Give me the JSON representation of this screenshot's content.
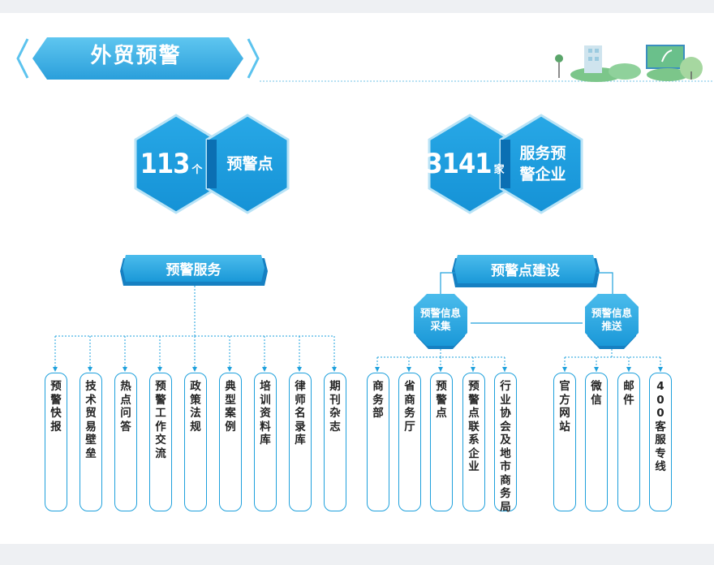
{
  "header": {
    "title": "外贸预警"
  },
  "stats": [
    {
      "value": "113",
      "unit": "个",
      "label": "预警点"
    },
    {
      "value": "3141",
      "unit": "家",
      "label": "服务预警企业"
    }
  ],
  "service": {
    "title": "预警服务",
    "items": [
      "预警快报",
      "技术贸易壁垒",
      "热点问答",
      "预警工作交流",
      "政策法规",
      "典型案例",
      "培训资料库",
      "律师名录库",
      "期刊杂志"
    ]
  },
  "construction": {
    "title": "预警点建设",
    "collect": {
      "title": "预警信息采集",
      "items": [
        "商务部",
        "省商务厅",
        "预警点",
        "预警点联系企业",
        "行业协会及地市商务局"
      ]
    },
    "push": {
      "title": "预警信息推送",
      "items": [
        "官方网站",
        "微信",
        "邮件",
        "400客服专线"
      ]
    }
  },
  "colors": {
    "primary": "#1a9fdc",
    "dark": "#0b6fb3",
    "light": "#5cc3ee",
    "green": "#7cc68a"
  }
}
